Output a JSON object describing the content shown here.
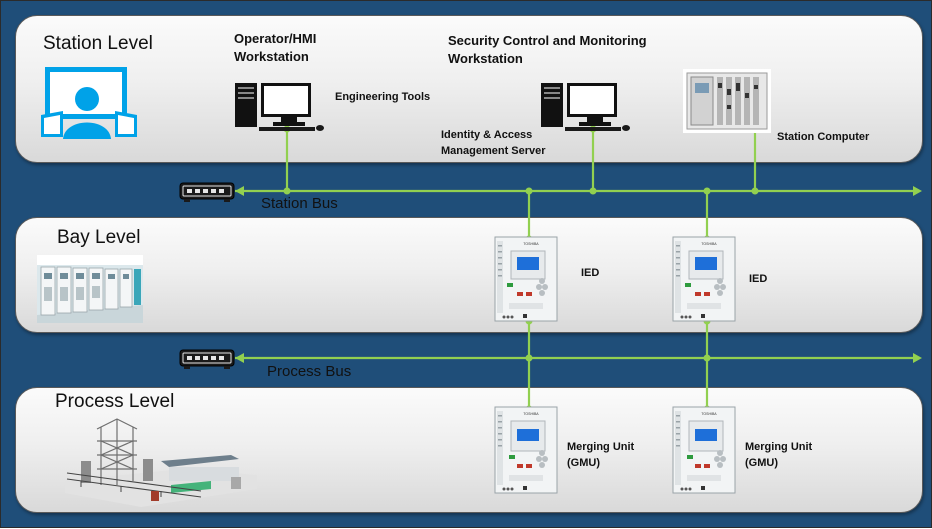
{
  "colors": {
    "background": "#1f4e79",
    "bus_line": "#92d050",
    "panel": "#ececec",
    "hmi_icon": "#00a2e8"
  },
  "levels": {
    "station": "Station Level",
    "bay": "Bay Level",
    "process": "Process Level"
  },
  "buses": {
    "station": "Station Bus",
    "process": "Process Bus"
  },
  "station_items": {
    "operator_line1": "Operator/HMI",
    "operator_line2": "Workstation",
    "engineering": "Engineering Tools",
    "security_line1": "Security Control and Monitoring",
    "security_line2": "Workstation",
    "identity_line1": "Identity & Access",
    "identity_line2": "Management Server",
    "station_computer": "Station Computer"
  },
  "bay_items": {
    "ied_1": "IED",
    "ied_2": "IED"
  },
  "process_items": {
    "mu_1_line1": "Merging Unit",
    "mu_1_line2": "(GMU)",
    "mu_2_line1": "Merging Unit",
    "mu_2_line2": "(GMU)"
  },
  "icons": {
    "hmi": "hmi-operator-icon",
    "workstation": "desktop-computer-icon",
    "switch": "network-switch-icon",
    "ied": "protection-relay-icon",
    "station_computer": "rack-computer-icon",
    "bay_photo": "switchgear-photo",
    "process_photo": "substation-photo"
  }
}
